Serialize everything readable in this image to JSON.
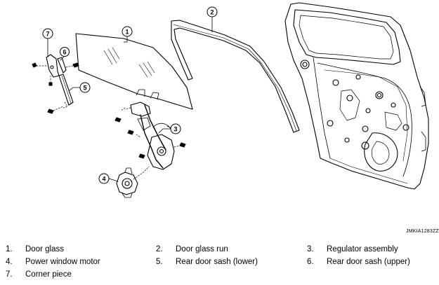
{
  "callouts": [
    "1",
    "2",
    "3",
    "4",
    "5",
    "6",
    "7"
  ],
  "figure_code": "JMKIA1283ZZ",
  "legend": [
    {
      "num": "1.",
      "name": "Door glass"
    },
    {
      "num": "2.",
      "name": "Door glass run"
    },
    {
      "num": "3.",
      "name": "Regulator assembly"
    },
    {
      "num": "4.",
      "name": "Power window motor"
    },
    {
      "num": "5.",
      "name": "Rear door sash (lower)"
    },
    {
      "num": "6.",
      "name": "Rear door sash (upper)"
    },
    {
      "num": "7.",
      "name": "Corner piece"
    }
  ]
}
